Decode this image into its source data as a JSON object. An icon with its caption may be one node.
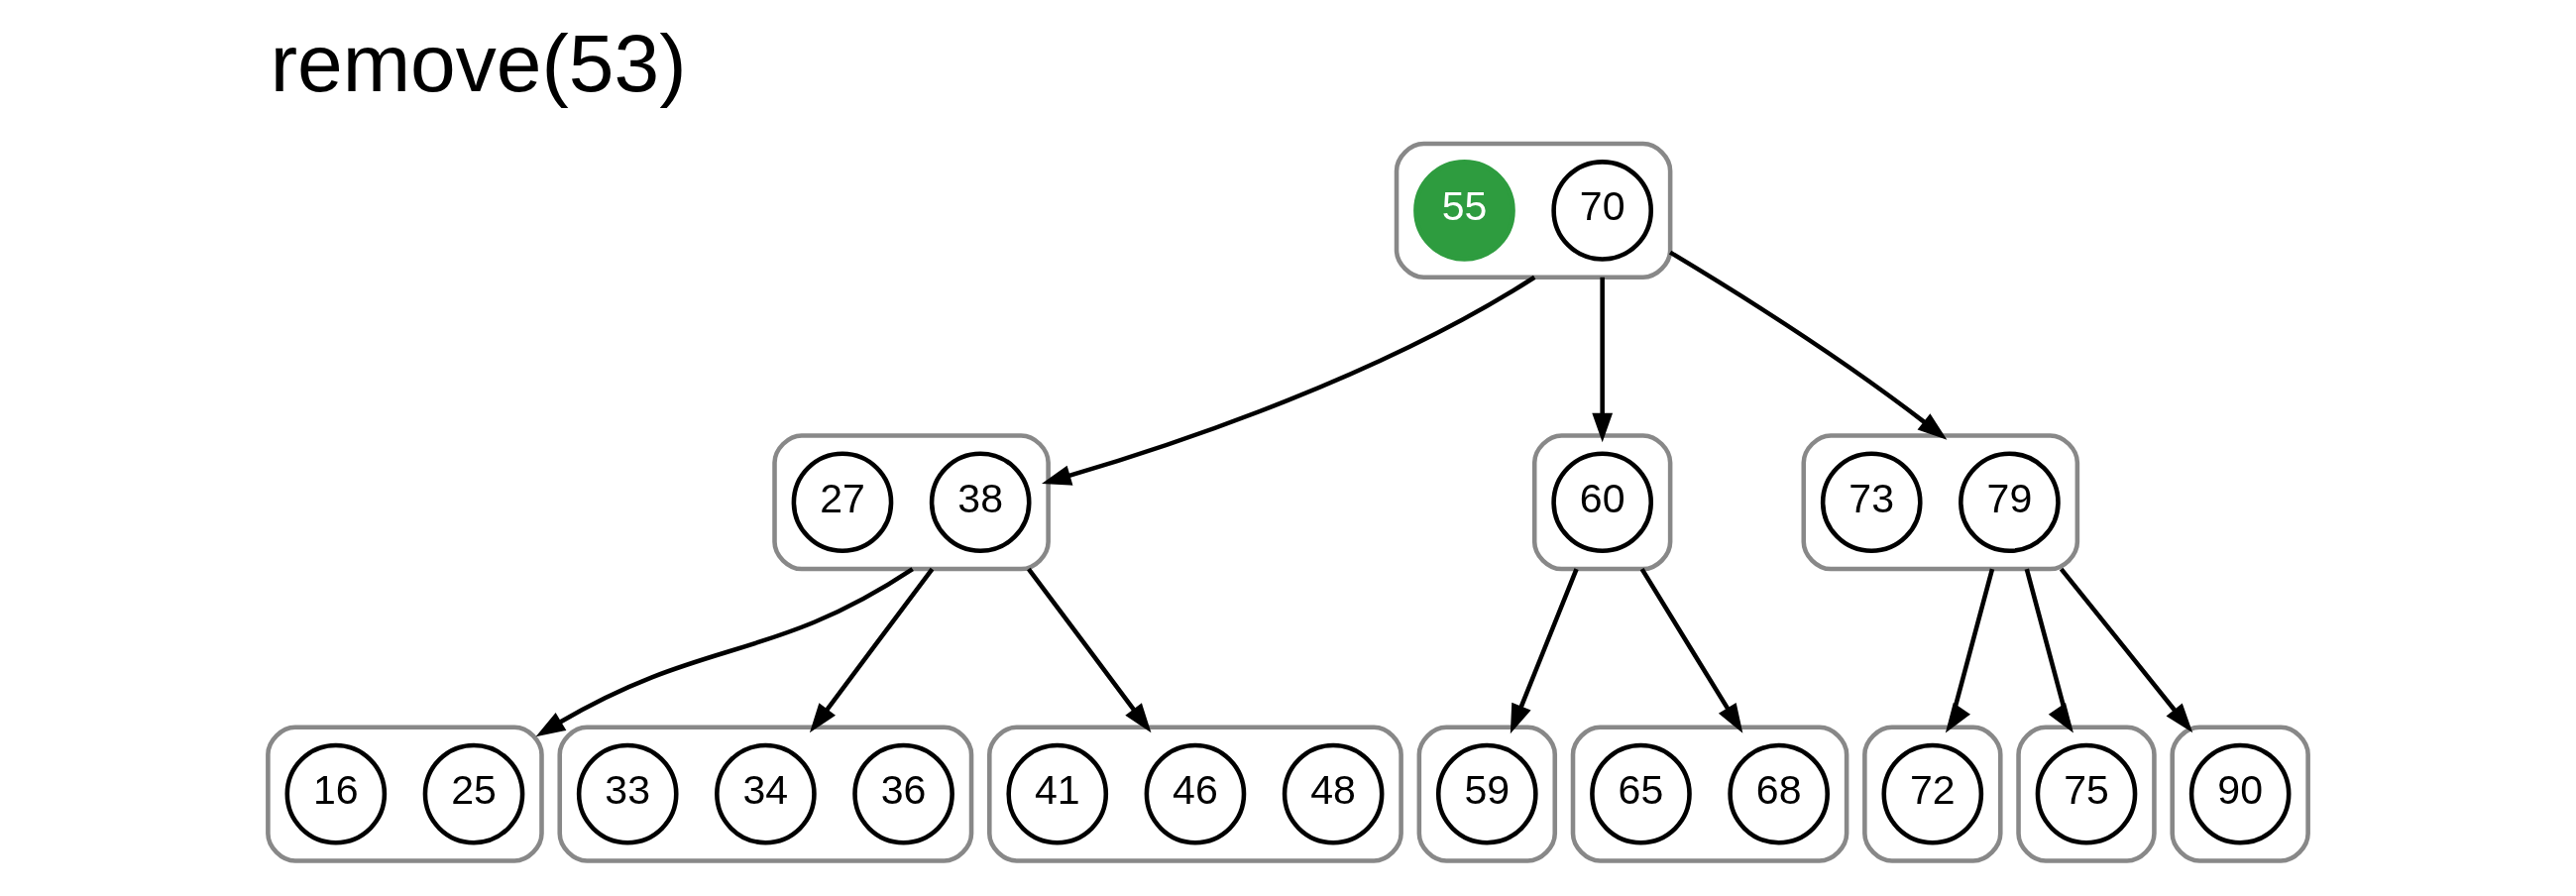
{
  "diagram": {
    "title": "remove(53)",
    "nodes": [
      {
        "text": [],
        "shape": "box"
      },
      {
        "text": [
          "55"
        ],
        "in": 0
      },
      {
        "text": [
          "70"
        ],
        "in": 0
      },
      {
        "text": [],
        "shape": "box"
      },
      {
        "text": [
          "27"
        ],
        "in": 3
      },
      {
        "text": [
          "38"
        ],
        "in": 3
      },
      {
        "text": [],
        "shape": "box"
      },
      {
        "text": [
          "60"
        ],
        "in": 6
      },
      {
        "text": [],
        "shape": "box"
      },
      {
        "text": [
          "73"
        ],
        "in": 8
      },
      {
        "text": [
          "79"
        ],
        "in": 8
      },
      {
        "text": [],
        "shape": "box"
      },
      {
        "text": [
          "16"
        ],
        "in": 11
      },
      {
        "text": [
          "25"
        ],
        "in": 11
      },
      {
        "text": [],
        "shape": "box"
      },
      {
        "text": [
          "33"
        ],
        "in": 14
      },
      {
        "text": [
          "34"
        ],
        "in": 14
      },
      {
        "text": [
          "36"
        ],
        "in": 14
      },
      {
        "text": [],
        "shape": "box"
      },
      {
        "text": [
          "41"
        ],
        "in": 18
      },
      {
        "text": [
          "46"
        ],
        "in": 18
      },
      {
        "text": [
          "48"
        ],
        "in": 18
      },
      {
        "text": [],
        "shape": "box"
      },
      {
        "text": [
          "59"
        ],
        "in": 22
      },
      {
        "text": [],
        "shape": "box"
      },
      {
        "text": [
          "65"
        ],
        "in": 24
      },
      {
        "text": [
          "68"
        ],
        "in": 24
      },
      {
        "text": [],
        "shape": "box"
      },
      {
        "text": [
          "72"
        ],
        "in": 27
      },
      {
        "text": [],
        "shape": "box"
      },
      {
        "text": [
          "75"
        ],
        "in": 29
      },
      {
        "text": [],
        "shape": "box"
      },
      {
        "text": [
          "90"
        ],
        "in": 31
      }
    ],
    "edges": [
      {
        "from": 0,
        "to": 3,
        "arrow": "to"
      },
      {
        "from": 0,
        "to": 6,
        "arrow": "to"
      },
      {
        "from": 0,
        "to": 8,
        "arrow": "to"
      },
      {
        "from": 3,
        "to": 11,
        "arrow": "to"
      },
      {
        "from": 3,
        "to": 14,
        "arrow": "to"
      },
      {
        "from": 3,
        "to": 18,
        "arrow": "to"
      },
      {
        "from": 6,
        "to": 22,
        "arrow": "to"
      },
      {
        "from": 6,
        "to": 24,
        "arrow": "to"
      },
      {
        "from": 8,
        "to": 27,
        "arrow": "to"
      },
      {
        "from": 8,
        "to": 29,
        "arrow": "to"
      },
      {
        "from": 8,
        "to": 31,
        "arrow": "to"
      }
    ]
  }
}
